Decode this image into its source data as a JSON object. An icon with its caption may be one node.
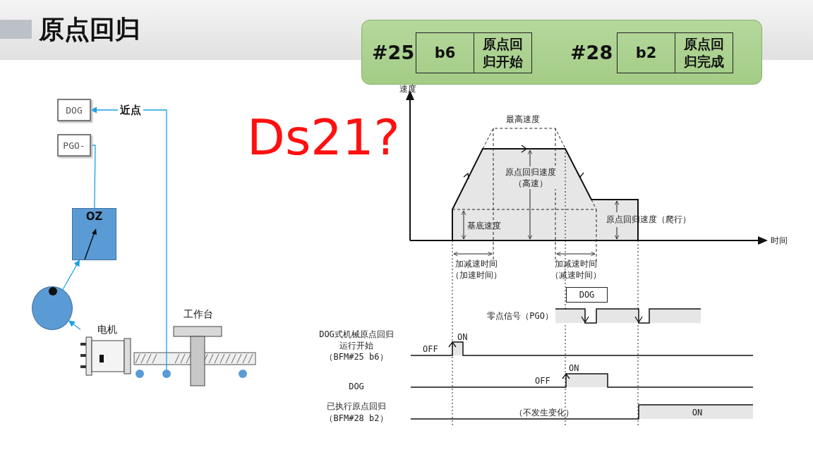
{
  "diagram": {
    "title": "原点回归",
    "nodes": [
      {
        "text": [
          "DOG"
        ]
      },
      {
        "text": [
          "PGO-"
        ]
      },
      {
        "text": [
          "OZ"
        ]
      },
      {
        "text": [],
        "shape": "circle"
      },
      {
        "text": [
          "电机"
        ]
      },
      {
        "text": [
          "工作台"
        ]
      },
      {
        "text": [],
        "shape": "circle"
      },
      {
        "text": [],
        "shape": "circle"
      },
      {
        "text": [],
        "shape": "circle"
      },
      {
        "text": [
          "#25",
          "#28"
        ]
      },
      {
        "text": [
          "b6"
        ],
        "in": 9
      },
      {
        "text": [
          "原点回归开始"
        ],
        "in": 9
      },
      {
        "text": [
          "b2"
        ],
        "in": 9
      },
      {
        "text": [
          "原点回归完成"
        ],
        "in": 9
      },
      {
        "text": [
          "DOG"
        ]
      }
    ],
    "edges": [
      {
        "from": 7,
        "to": 0,
        "arrow": "to",
        "label": "近点"
      },
      {
        "from": 2,
        "to": 1,
        "arrow": "none"
      },
      {
        "from": 3,
        "to": 2,
        "arrow": "to"
      },
      {
        "from": 4,
        "to": 3,
        "arrow": "to"
      }
    ],
    "labels": [
      "速度",
      "Ds21?",
      "最高速度",
      "原点回归速度（高速）",
      "原点回归速度（爬行）",
      "基底速度",
      "时间",
      "加减速时间（加速时间）",
      "加减速时间（减速时间）",
      "零点信号（PGO）",
      "DOG式机械原点回归",
      "运行开始",
      "（BFM#25 b6）",
      "OFF",
      "ON",
      "DOG",
      "OFF",
      "ON",
      "已执行原点回归",
      "（BFM#28 b2）",
      "（不发生变化）",
      "ON"
    ]
  }
}
